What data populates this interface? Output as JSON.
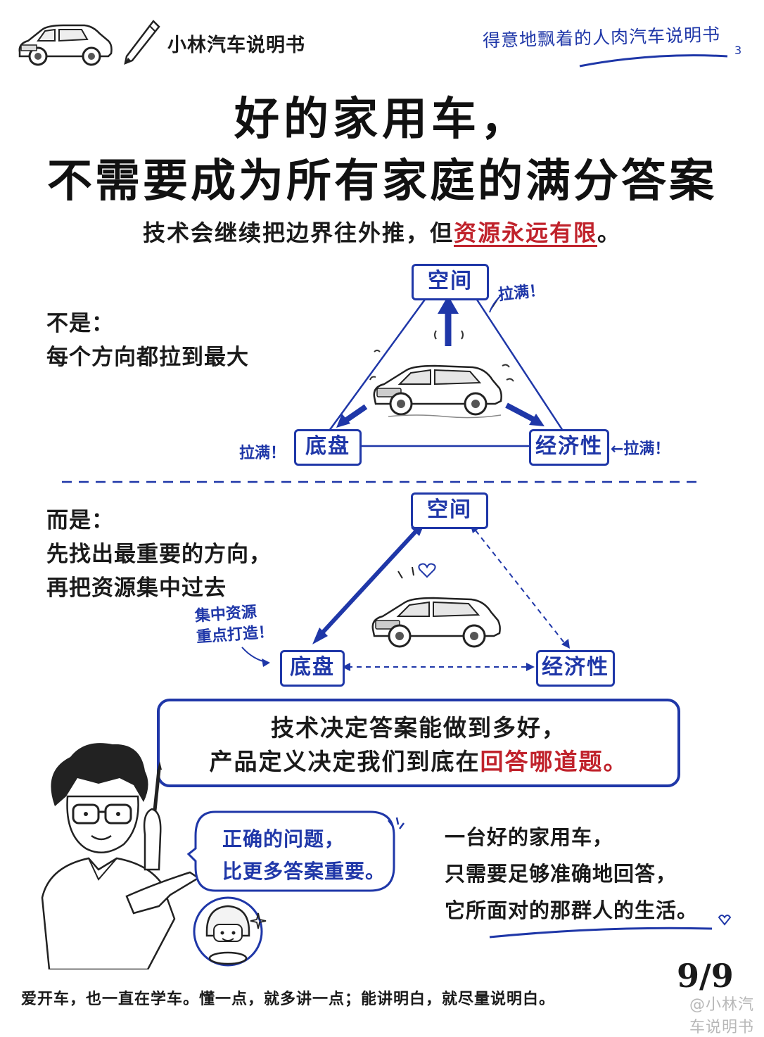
{
  "header": {
    "brand_title": "小林汽车说明书",
    "series_tag": "得意地飘着的人肉汽车说明书",
    "series_num": "3"
  },
  "headline": {
    "line1": "好的家用车，",
    "line2": "不需要成为所有家庭的满分答案"
  },
  "subtitle": {
    "text_plain": "技术会继续把边界往外推，但",
    "text_highlight": "资源永远有限",
    "text_end": "。"
  },
  "section1": {
    "label_title": "不是：",
    "label_body": "每个方向都拉到最大",
    "nodes": {
      "top": "空间",
      "left": "底盘",
      "right": "经济性"
    },
    "notes": {
      "top": "拉满！",
      "left": "拉满！",
      "right": "←拉满！"
    }
  },
  "section2": {
    "label_title": "而是：",
    "label_line1": "先找出最重要的方向，",
    "label_line2": "再把资源集中过去",
    "nodes": {
      "top": "空间",
      "left": "底盘",
      "right": "经济性"
    },
    "note_line1": "集中资源",
    "note_line2": "重点打造！"
  },
  "key_message": {
    "line1": "技术决定答案能做到多好，",
    "line2_plain": "产品定义决定我们到底在",
    "line2_highlight": "回答哪道题。"
  },
  "speech_bubble": {
    "line1": "正确的问题，",
    "line2": "比更多答案重要。"
  },
  "closing": {
    "line1": "一台好的家用车，",
    "line2": "只需要足够准确地回答，",
    "line3": "它所面对的那群人的生活。"
  },
  "footer": {
    "tagline": "爱开车，也一直在学车。懂一点，就多讲一点；能讲明白，就尽量说明白。",
    "page": "9/9",
    "watermark": "@小林汽车说明书"
  },
  "colors": {
    "accent_blue": "#1f37a8",
    "highlight_red": "#c0222b",
    "ink": "#1a1a1a"
  },
  "icons": [
    "car-icon",
    "pencil-icon",
    "heart-icon",
    "sparkle-icon",
    "helmet-avatar-icon",
    "person-illustration"
  ]
}
